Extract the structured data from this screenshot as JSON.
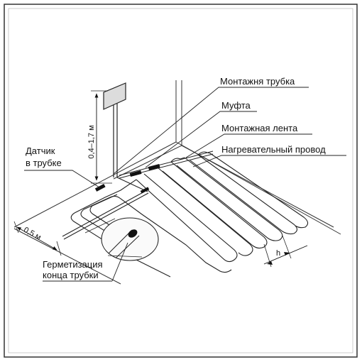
{
  "labels": {
    "mounting_tube": "Монтажня трубка",
    "coupling": "Муфта",
    "mounting_tape": "Монтажная лента",
    "heating_wire": "Нагревательный провод",
    "sensor_line1": "Датчик",
    "sensor_line2": "в трубке",
    "sealing_line1": "Герметизация",
    "sealing_line2": "конца трубки"
  },
  "dimensions": {
    "height": "0,4–1,7 м",
    "offset": "0,5 м",
    "spacing": "h"
  },
  "colors": {
    "line": "#222222",
    "thermostat_fill": "#dcdcdc",
    "tube_fill": "#eeeeee"
  }
}
